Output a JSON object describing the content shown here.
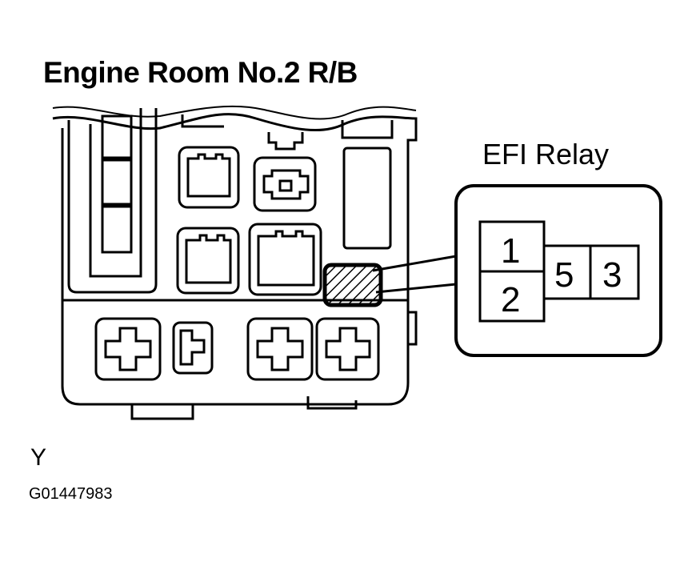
{
  "title": "Engine Room No.2 R/B",
  "relay_label": "EFI Relay",
  "pins": {
    "p1": "1",
    "p2": "2",
    "p5": "5",
    "p3": "3"
  },
  "view_letter": "Y",
  "figure_code": "G01447983",
  "colors": {
    "line": "#000000",
    "background": "#ffffff"
  }
}
